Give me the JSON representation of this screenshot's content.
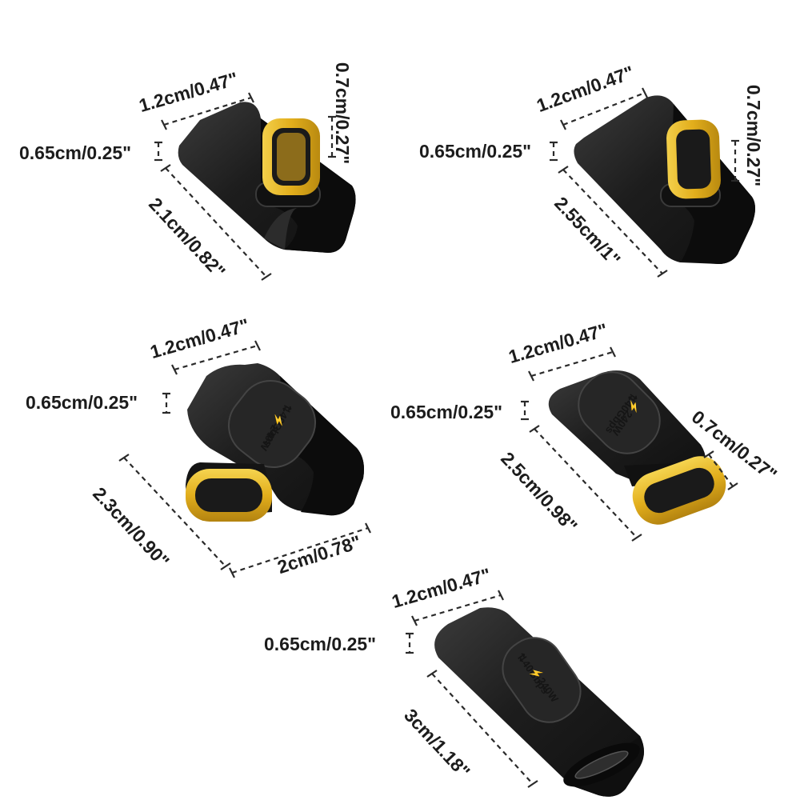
{
  "colors": {
    "body": "#1b1b1b",
    "body_edge": "#3a3a3a",
    "gold": "#e5b424",
    "gold_dark": "#8a6410",
    "badge": "#2b2b2b",
    "background": "#ffffff"
  },
  "adapters": [
    {
      "name": "u-shaped-top-adapter",
      "dimensions": {
        "width": "1.2cm/0.47\"",
        "thickness": "0.65cm/0.25\"",
        "length": "2.1cm/0.82\"",
        "plug": "0.7cm/0.27\""
      }
    },
    {
      "name": "u-shaped-top-adapter-long",
      "dimensions": {
        "width": "1.2cm/0.47\"",
        "thickness": "0.65cm/0.25\"",
        "length": "2.55cm/1\"",
        "plug": "0.7cm/0.27\""
      }
    },
    {
      "name": "side-angle-adapter",
      "dimensions": {
        "width": "1.2cm/0.47\"",
        "thickness": "0.65cm/0.25\"",
        "length": "2.3cm/0.90\"",
        "depth": "2cm/0.78\""
      },
      "badge": {
        "line1": "⇅40Gbps",
        "line2": "⚡240W"
      }
    },
    {
      "name": "straight-male-female-adapter",
      "dimensions": {
        "width": "1.2cm/0.47\"",
        "thickness": "0.65cm/0.25\"",
        "length": "2.5cm/0.98\"",
        "plug": "0.7cm/0.27\""
      },
      "badge": {
        "line1": "⇅40Gbps",
        "line2": "⚡240W"
      }
    },
    {
      "name": "female-female-coupler",
      "dimensions": {
        "width": "1.2cm/0.47\"",
        "thickness": "0.65cm/0.25\"",
        "length": "3cm/1.18\""
      },
      "badge": {
        "line1": "⇅40Gbps",
        "line2": "⚡240W"
      }
    }
  ]
}
